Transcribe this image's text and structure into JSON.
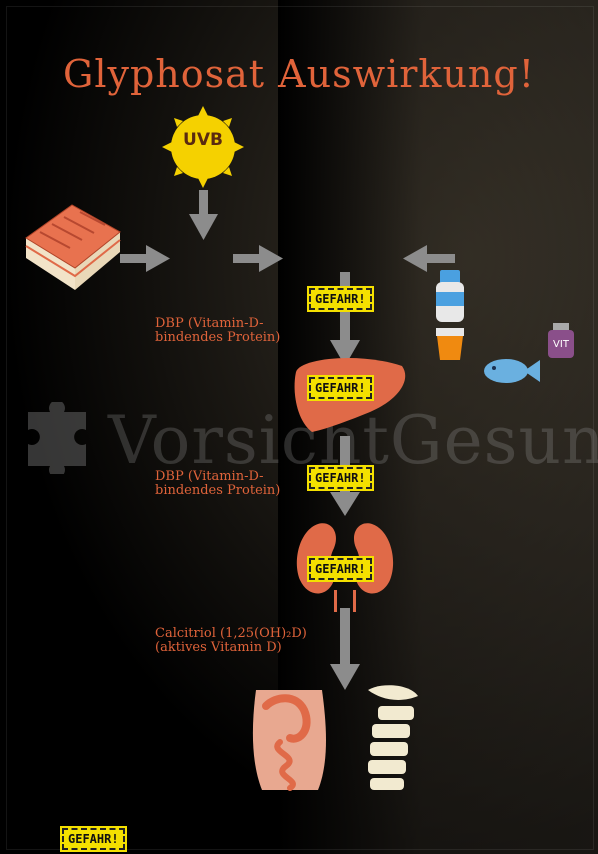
{
  "title": "Glyphosat  Auswirkung!",
  "watermark": "VorsichtGesund",
  "uvb_label": "UVB",
  "vit_label": "VIT",
  "warning_label": "GEFAHR!",
  "dbp_label_1": [
    "DBP (Vitamin-D-",
    "bindendes Protein)"
  ],
  "dbp_label_2": [
    "DBP (Vitamin-D-",
    "bindendes Protein)"
  ],
  "calcitriol_label": [
    "Calcitriol (1,25(OH)₂D)",
    "(aktives Vitamin D)"
  ],
  "colors": {
    "accent": "#e0633a",
    "warning": "#f4e000",
    "arrow": "#8c8c8c",
    "organ": "#e06a48"
  }
}
